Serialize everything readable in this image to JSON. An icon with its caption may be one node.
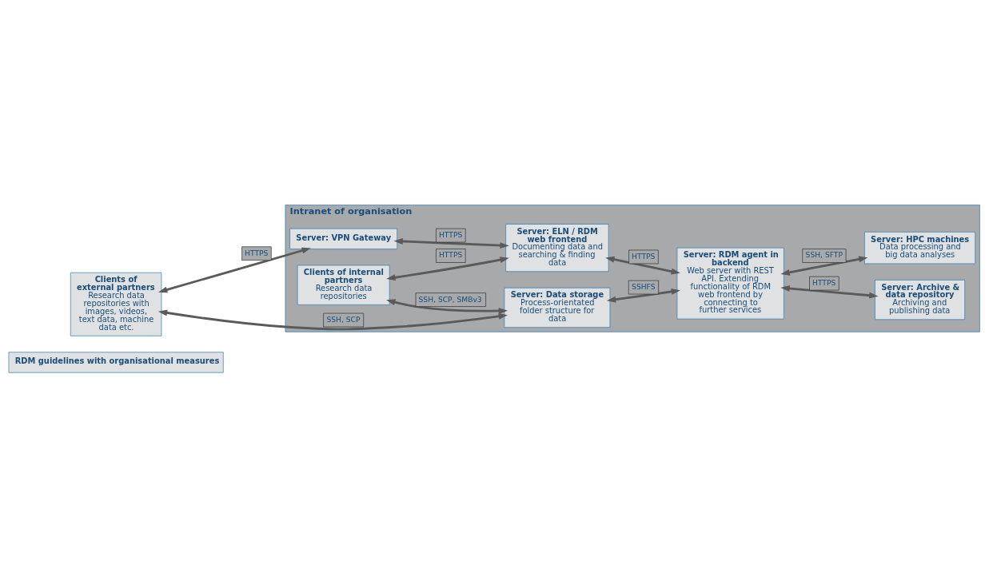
{
  "diagram": {
    "nodes": [
      {
        "text": [
          "RDM guidelines with organisational measures"
        ]
      },
      {
        "text": [
          "Clients of external partners",
          "Research data repositories with images, videos, text data, machine data etc."
        ]
      },
      {
        "text": [
          "Intranet of organisation"
        ]
      },
      {
        "text": [
          "Server: VPN Gateway"
        ],
        "in": 2
      },
      {
        "text": [
          "Server: ELN / RDM web frontend",
          "Documenting data and searching & finding data"
        ],
        "in": 2
      },
      {
        "text": [
          "Server: RDM agent in backend",
          "Web server with REST API. Extending functionality of RDM web frontend by connecting to further services"
        ],
        "in": 2
      },
      {
        "text": [
          "Server: Archive & data repository",
          "Archiving and publishing data"
        ],
        "in": 2
      },
      {
        "text": [
          "Clients of internal partners",
          "Research data repositories"
        ],
        "in": 2
      },
      {
        "text": [
          "Server: Data storage",
          "Process-orientated folder structure for data"
        ],
        "in": 2
      },
      {
        "text": [
          "Server: HPC machines",
          "Data processing and big data analyses"
        ],
        "in": 2
      }
    ],
    "edges": [
      {
        "from": 1,
        "to": 3,
        "arrow": "both",
        "label": "HTTPS"
      },
      {
        "from": 3,
        "to": 4,
        "arrow": "both",
        "label": "HTTPS"
      },
      {
        "from": 4,
        "to": 5,
        "arrow": "both",
        "label": "HTTPS"
      },
      {
        "from": 7,
        "to": 4,
        "arrow": "both",
        "label": "HTTPS"
      },
      {
        "from": 5,
        "to": 6,
        "arrow": "both",
        "label": "HTTPS"
      },
      {
        "from": 7,
        "to": 8,
        "arrow": "both",
        "label": "SSH, SCP, SMBv3"
      },
      {
        "from": 8,
        "to": 5,
        "arrow": "both",
        "label": "SSHFS"
      },
      {
        "from": 5,
        "to": 9,
        "arrow": "both",
        "label": "SSH, SFTP"
      },
      {
        "from": 1,
        "to": 8,
        "arrow": "both",
        "label": "SSH, SCP"
      }
    ]
  }
}
